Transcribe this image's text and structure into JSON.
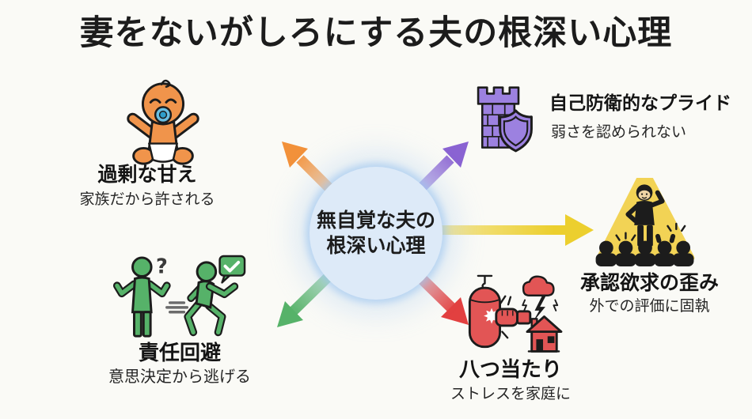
{
  "title": "妻をないがしろにする夫の根深い心理",
  "center": {
    "line1": "無自覚な夫の",
    "line2": "根深い心理"
  },
  "nodes": {
    "amae": {
      "heading": "過剰な甘え",
      "subtext": "家族だから許される",
      "icon": "baby-icon"
    },
    "pride": {
      "heading": "自己防衛的なプライド",
      "subtext": "弱さを認められない",
      "icon": "castle-shield-icon"
    },
    "approval": {
      "heading": "承認欲求の歪み",
      "subtext": "外での評価に固執",
      "icon": "spotlight-audience-icon"
    },
    "responsibility": {
      "heading": "責任回避",
      "subtext": "意思決定から逃げる",
      "icon": "shrug-runner-icon"
    },
    "lashout": {
      "heading": "八つ当たり",
      "subtext": "ストレスを家庭に",
      "icon": "punching-bag-house-icon"
    }
  },
  "glyphs": {
    "question_mark": "?"
  },
  "colors": {
    "bg": "#fafaf6",
    "ink": "#1c1c1c",
    "heading": "#141414",
    "sub": "#262626",
    "circle_fill": "#ddeaf8",
    "circle_glow": "#9cc3ec",
    "orange": "#f2913a",
    "purple": "#8a63d2",
    "yellow": "#eccf2e",
    "green": "#56b269",
    "red": "#e24040",
    "baby": "#f0944b",
    "pacifier": "#69bfe2",
    "pacifier_core": "#2f9dc9",
    "castle": "#9c81e0",
    "beam": "#f2d355",
    "face": "#eed3a4",
    "item_red": "#e25555"
  }
}
